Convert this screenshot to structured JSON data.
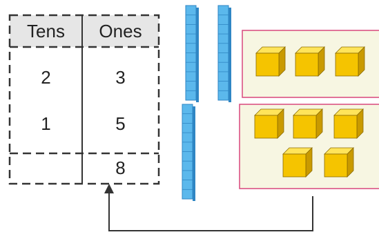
{
  "table": {
    "headers": {
      "tens": "Tens",
      "ones": "Ones"
    },
    "rows": [
      {
        "tens": "2",
        "ones": "3"
      },
      {
        "tens": "1",
        "ones": "5"
      },
      {
        "tens": "",
        "ones": "8"
      }
    ]
  },
  "colors": {
    "header_fill": "#e6e6e6",
    "table_border": "#333333",
    "rod_fill": "#5bb8ec",
    "rod_edge": "#2f86c4",
    "cube_front": "#f5c400",
    "cube_top": "#ffe45a",
    "cube_side": "#c99a00",
    "panel_fill": "#f7f6e2",
    "panel_border": "#d8477c",
    "arrow": "#333333"
  },
  "blocks": {
    "top_group": {
      "tens_rods": 2,
      "ones_cubes": 3
    },
    "bottom_group": {
      "tens_rods": 1,
      "ones_cubes": 5
    }
  }
}
